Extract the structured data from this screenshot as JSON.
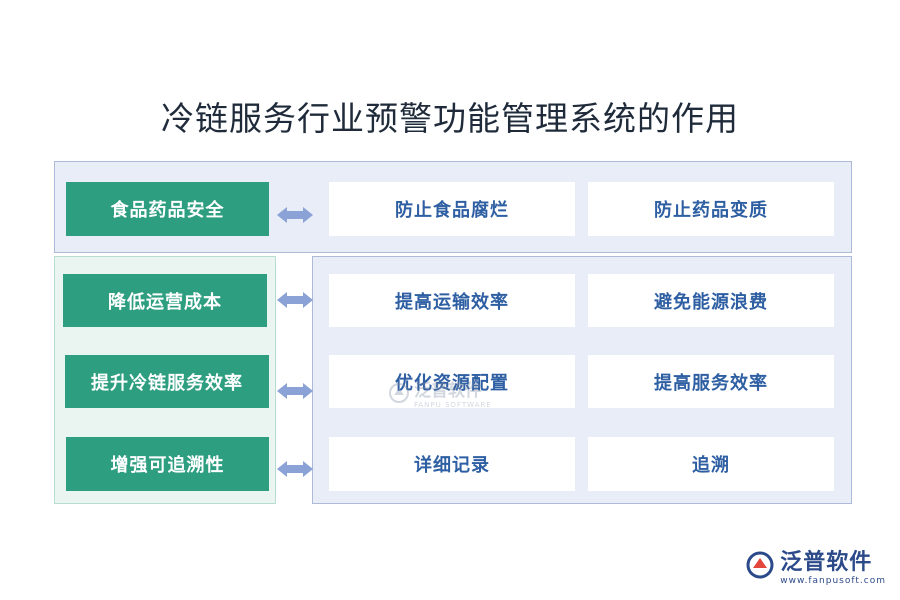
{
  "title": "冷链服务行业预警功能管理系统的作用",
  "rows": [
    {
      "category": "食品药品安全",
      "effects": [
        "防止食品腐烂",
        "防止药品变质"
      ]
    },
    {
      "category": "降低运营成本",
      "effects": [
        "提高运输效率",
        "避免能源浪费"
      ]
    },
    {
      "category": "提升冷链服务效率",
      "effects": [
        "优化资源配置",
        "提高服务效率"
      ]
    },
    {
      "category": "增强可追溯性",
      "effects": [
        "详细记录",
        "追溯"
      ]
    }
  ],
  "watermark": {
    "text": "泛普软件",
    "sub": "FANPU SOFTWARE"
  },
  "logo": {
    "text": "泛普软件",
    "url": "www.fanpusoft.com"
  },
  "colors": {
    "green": "#2e9e80",
    "effect_text": "#2f5fa3",
    "arrow": "#8aa2d6",
    "panel": "#e8edf8"
  }
}
